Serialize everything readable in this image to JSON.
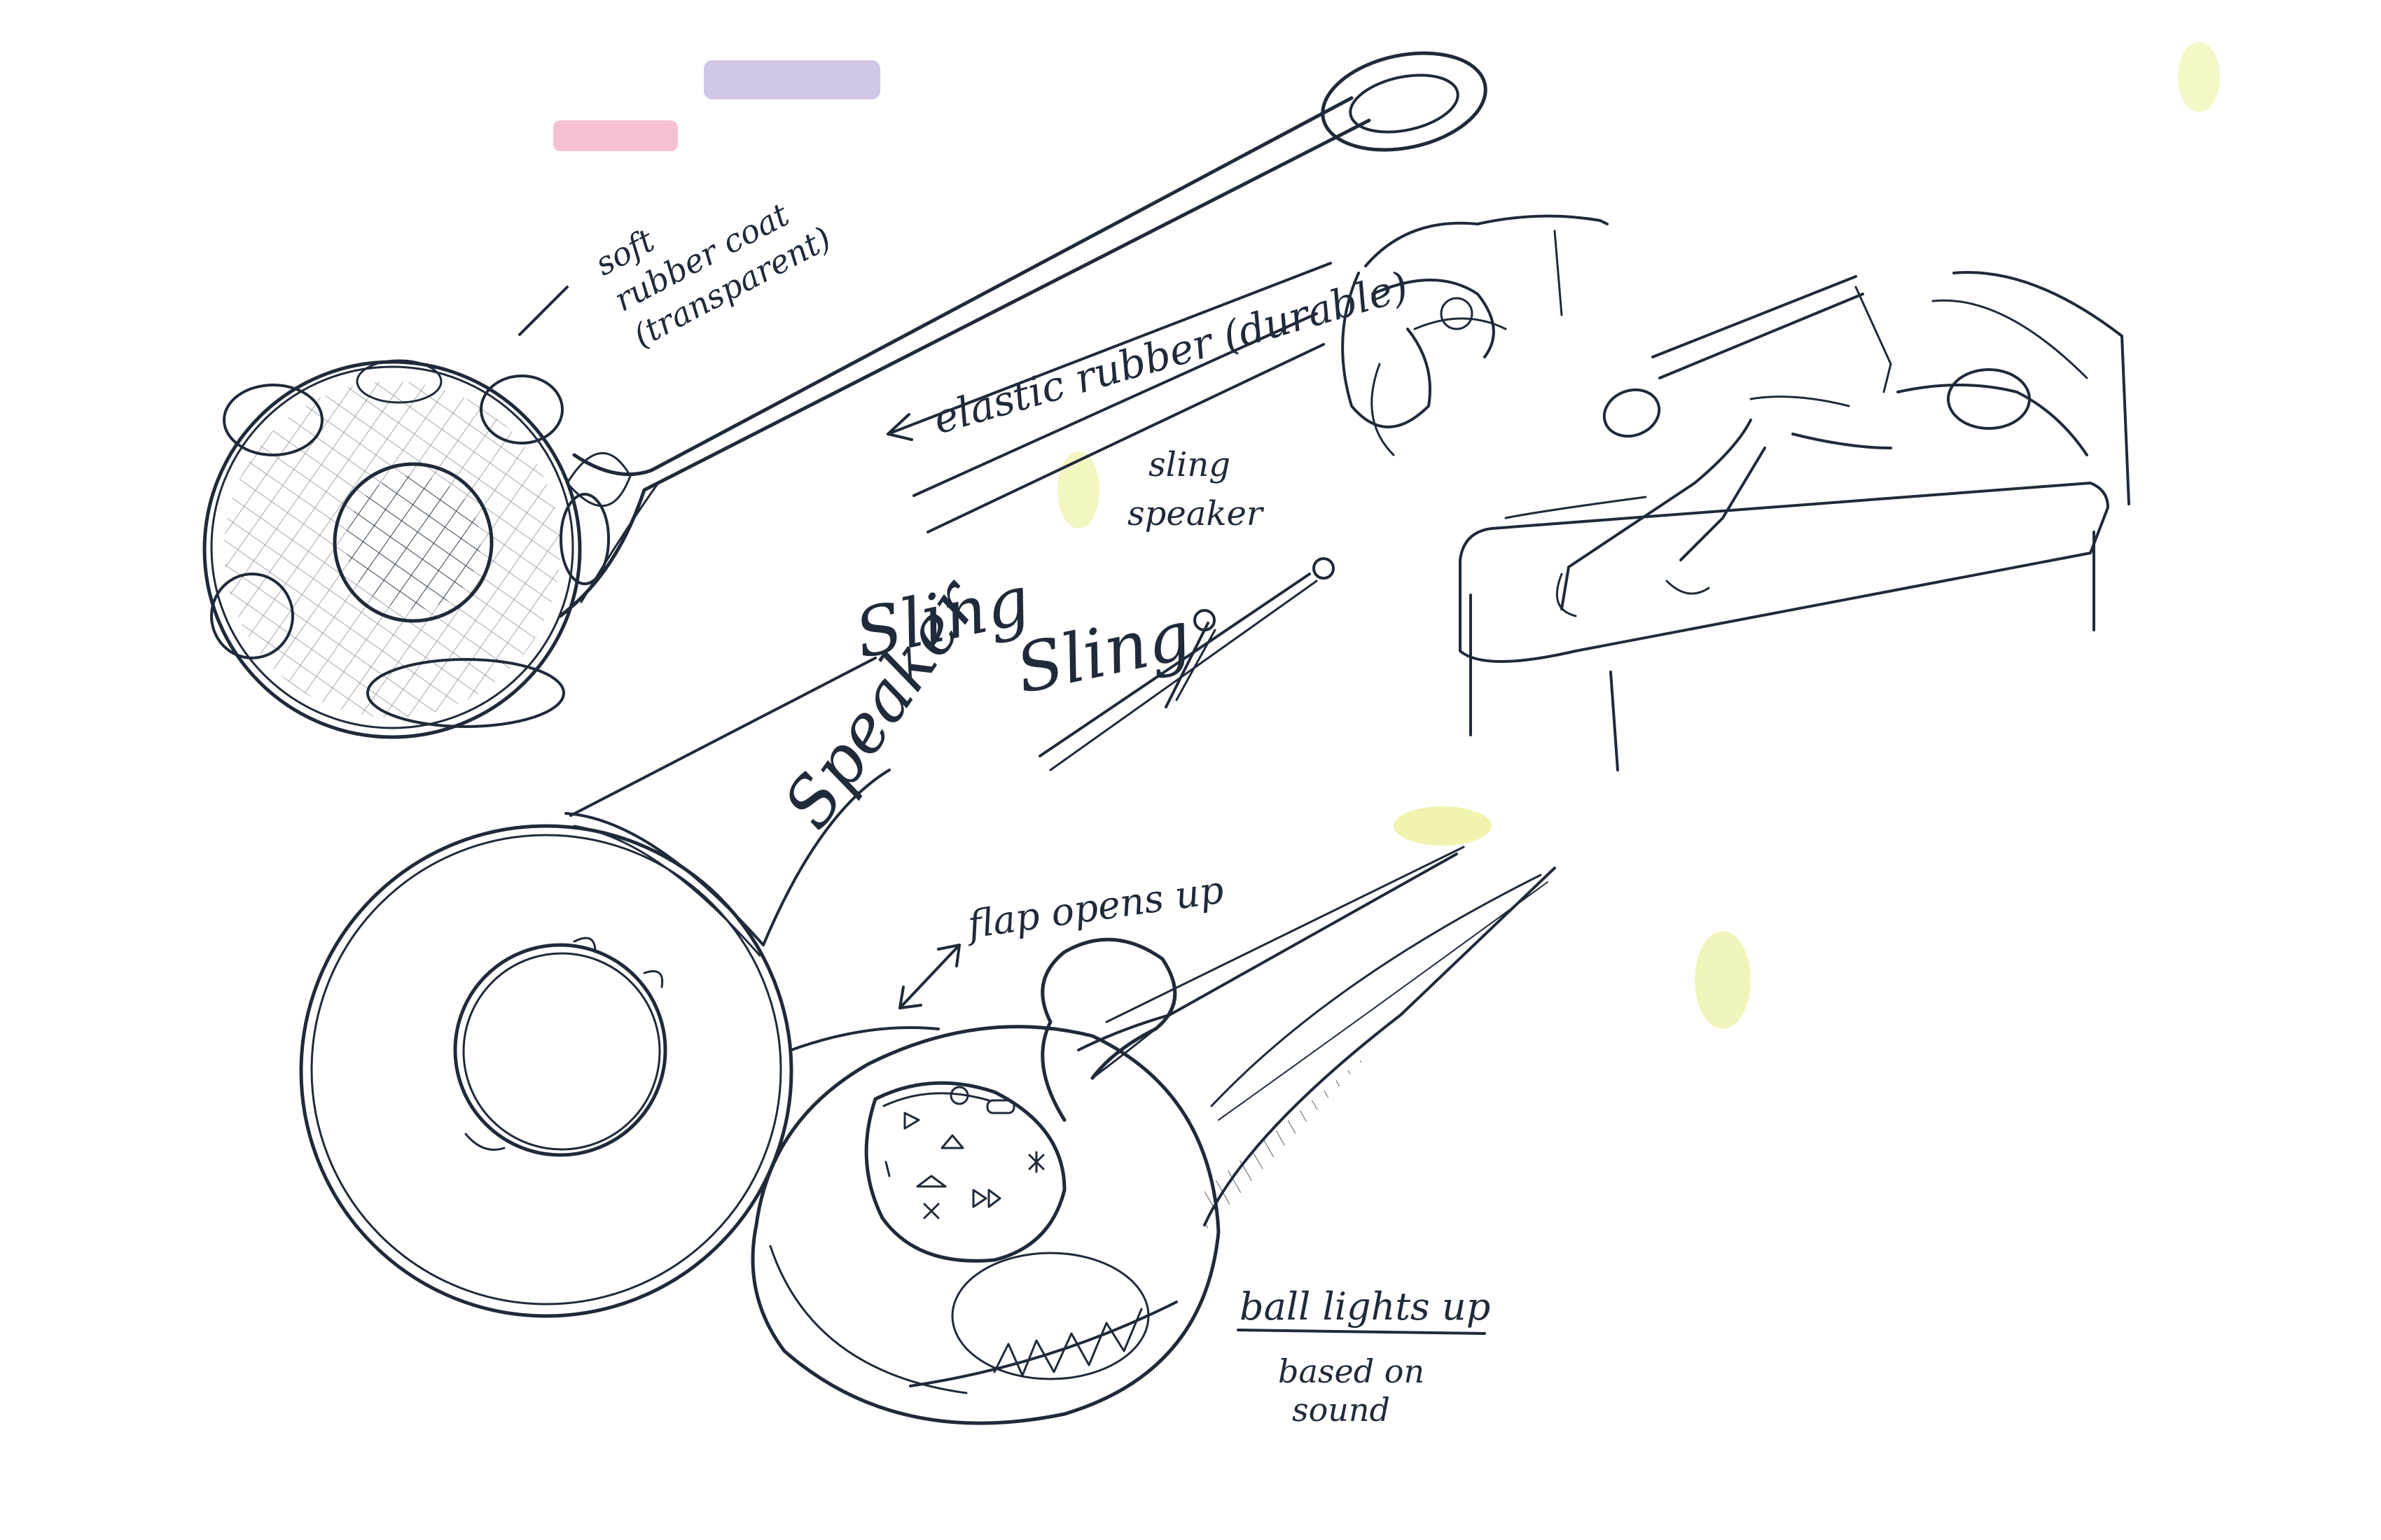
{
  "annotations": {
    "material": [
      "soft",
      "rubber coat",
      "(transparent)"
    ],
    "band": "elastic rubber (durable)",
    "sling_label": [
      "sling",
      "speaker"
    ],
    "title_script": [
      "Sling",
      "Speaker",
      "Sling"
    ],
    "flap": "flap opens up",
    "lights": "ball lights up",
    "sound": [
      "based on",
      "sound"
    ]
  },
  "colors": {
    "ink": "#1f2a3a",
    "highlighter_pink": "#f4b6c8",
    "highlighter_purple": "#c9bde0",
    "smudge_yellow": "#e9ef8e"
  }
}
